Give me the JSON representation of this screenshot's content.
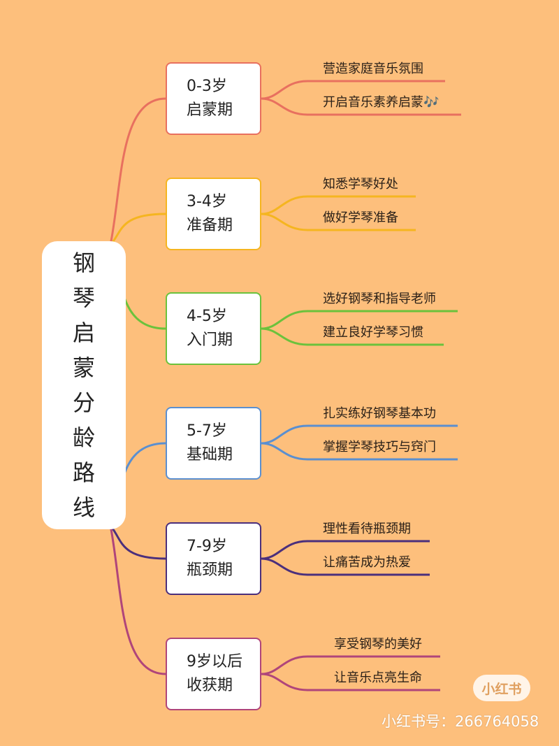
{
  "title_chars": [
    "钢",
    "琴",
    "启",
    "蒙",
    "分",
    "龄",
    "路",
    "线"
  ],
  "stages": [
    {
      "age": "0-3岁",
      "name": "启蒙期",
      "color": "#E8705F",
      "leaves": [
        "营造家庭音乐氛围",
        "开启音乐素养启蒙🎶"
      ]
    },
    {
      "age": "3-4岁",
      "name": "准备期",
      "color": "#F5B520",
      "leaves": [
        "知悉学琴好处",
        "做好学琴准备"
      ]
    },
    {
      "age": "4-5岁",
      "name": "入门期",
      "color": "#6BC23C",
      "leaves": [
        "选好钢琴和指导老师",
        "建立良好学琴习惯"
      ]
    },
    {
      "age": "5-7岁",
      "name": "基础期",
      "color": "#5A8FD0",
      "leaves": [
        "扎实练好钢琴基本功",
        "掌握学琴技巧与窍门"
      ]
    },
    {
      "age": "7-9岁",
      "name": "瓶颈期",
      "color": "#4B2F7C",
      "leaves": [
        "理性看待瓶颈期",
        "让痛苦成为热爱"
      ]
    },
    {
      "age": "9岁以后",
      "name": "收获期",
      "color": "#B0457A",
      "leaves": [
        "享受钢琴的美好",
        "让音乐点亮生命"
      ]
    }
  ],
  "logo": "小红书",
  "watermark": "小红书号：266764058"
}
